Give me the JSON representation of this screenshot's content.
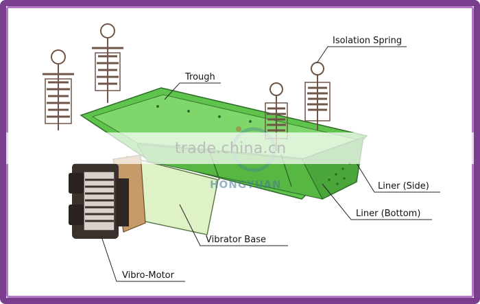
{
  "labels": {
    "trough": "Trough",
    "isolation_spring": "Isolation Spring",
    "liner_side": "Liner (Side)",
    "liner_bottom": "Liner (Bottom)",
    "vibrator_base": "Vibrator Base",
    "vibro_motor": "Vibro-Motor"
  },
  "watermark": {
    "site": "trade.china.cn",
    "brand": "HONGYUAN"
  },
  "colors": {
    "trough_green": "#5fc44c",
    "base_green": "#def2c6",
    "motor_dark": "#3a302c",
    "spring_brown": "#7b6052",
    "frame_purple": "#7a3e8e"
  }
}
